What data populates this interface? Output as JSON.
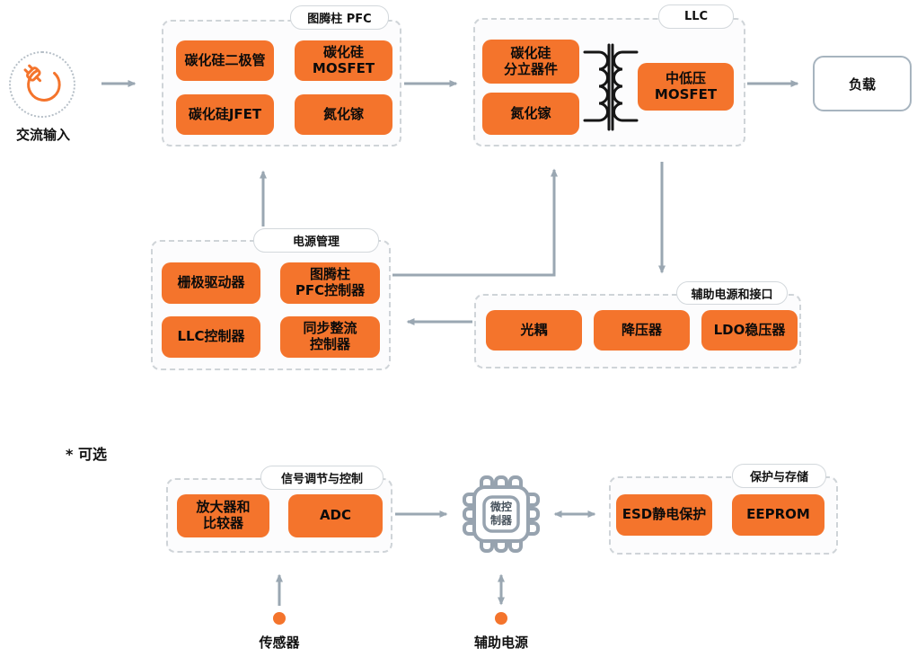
{
  "palette": {
    "component_orange": "#f4742c",
    "arrow_gray": "#9aa7b2",
    "panel_border_gray": "#cfd4d8",
    "load_border_gray": "#a7b4bf",
    "ink": "#111111"
  },
  "ac_input": {
    "label": "交流输入",
    "icon": "ac-plug-icon"
  },
  "panels": {
    "pfc": {
      "title": "图腾柱 PFC",
      "chips": [
        "碳化硅二极管",
        "碳化硅\nMOSFET",
        "碳化硅JFET",
        "氮化镓"
      ]
    },
    "llc": {
      "title": "LLC",
      "chips": [
        "碳化硅\n分立器件",
        "氮化镓",
        "中低压\nMOSFET"
      ],
      "transformer_icon": "transformer-icon"
    },
    "power_mgmt": {
      "title": "电源管理",
      "chips": [
        "栅极驱动器",
        "图腾柱\nPFC控制器",
        "LLC控制器",
        "同步整流\n控制器"
      ]
    },
    "aux_interface": {
      "title": "辅助电源和接口",
      "chips": [
        "光耦",
        "降压器",
        "LDO稳压器"
      ]
    },
    "signal": {
      "title": "信号调节与控制",
      "chips": [
        "放大器和\n比较器",
        "ADC"
      ]
    },
    "protect": {
      "title": "保护与存储",
      "chips": [
        "ESD静电保护",
        "EEPROM"
      ]
    }
  },
  "load": {
    "label": "负载"
  },
  "mcu": {
    "label": "微控\n制器",
    "icon": "microcontroller-chip-icon"
  },
  "optional_note": "* 可选",
  "footers": {
    "sensor": "传感器",
    "aux_power": "辅助电源"
  }
}
